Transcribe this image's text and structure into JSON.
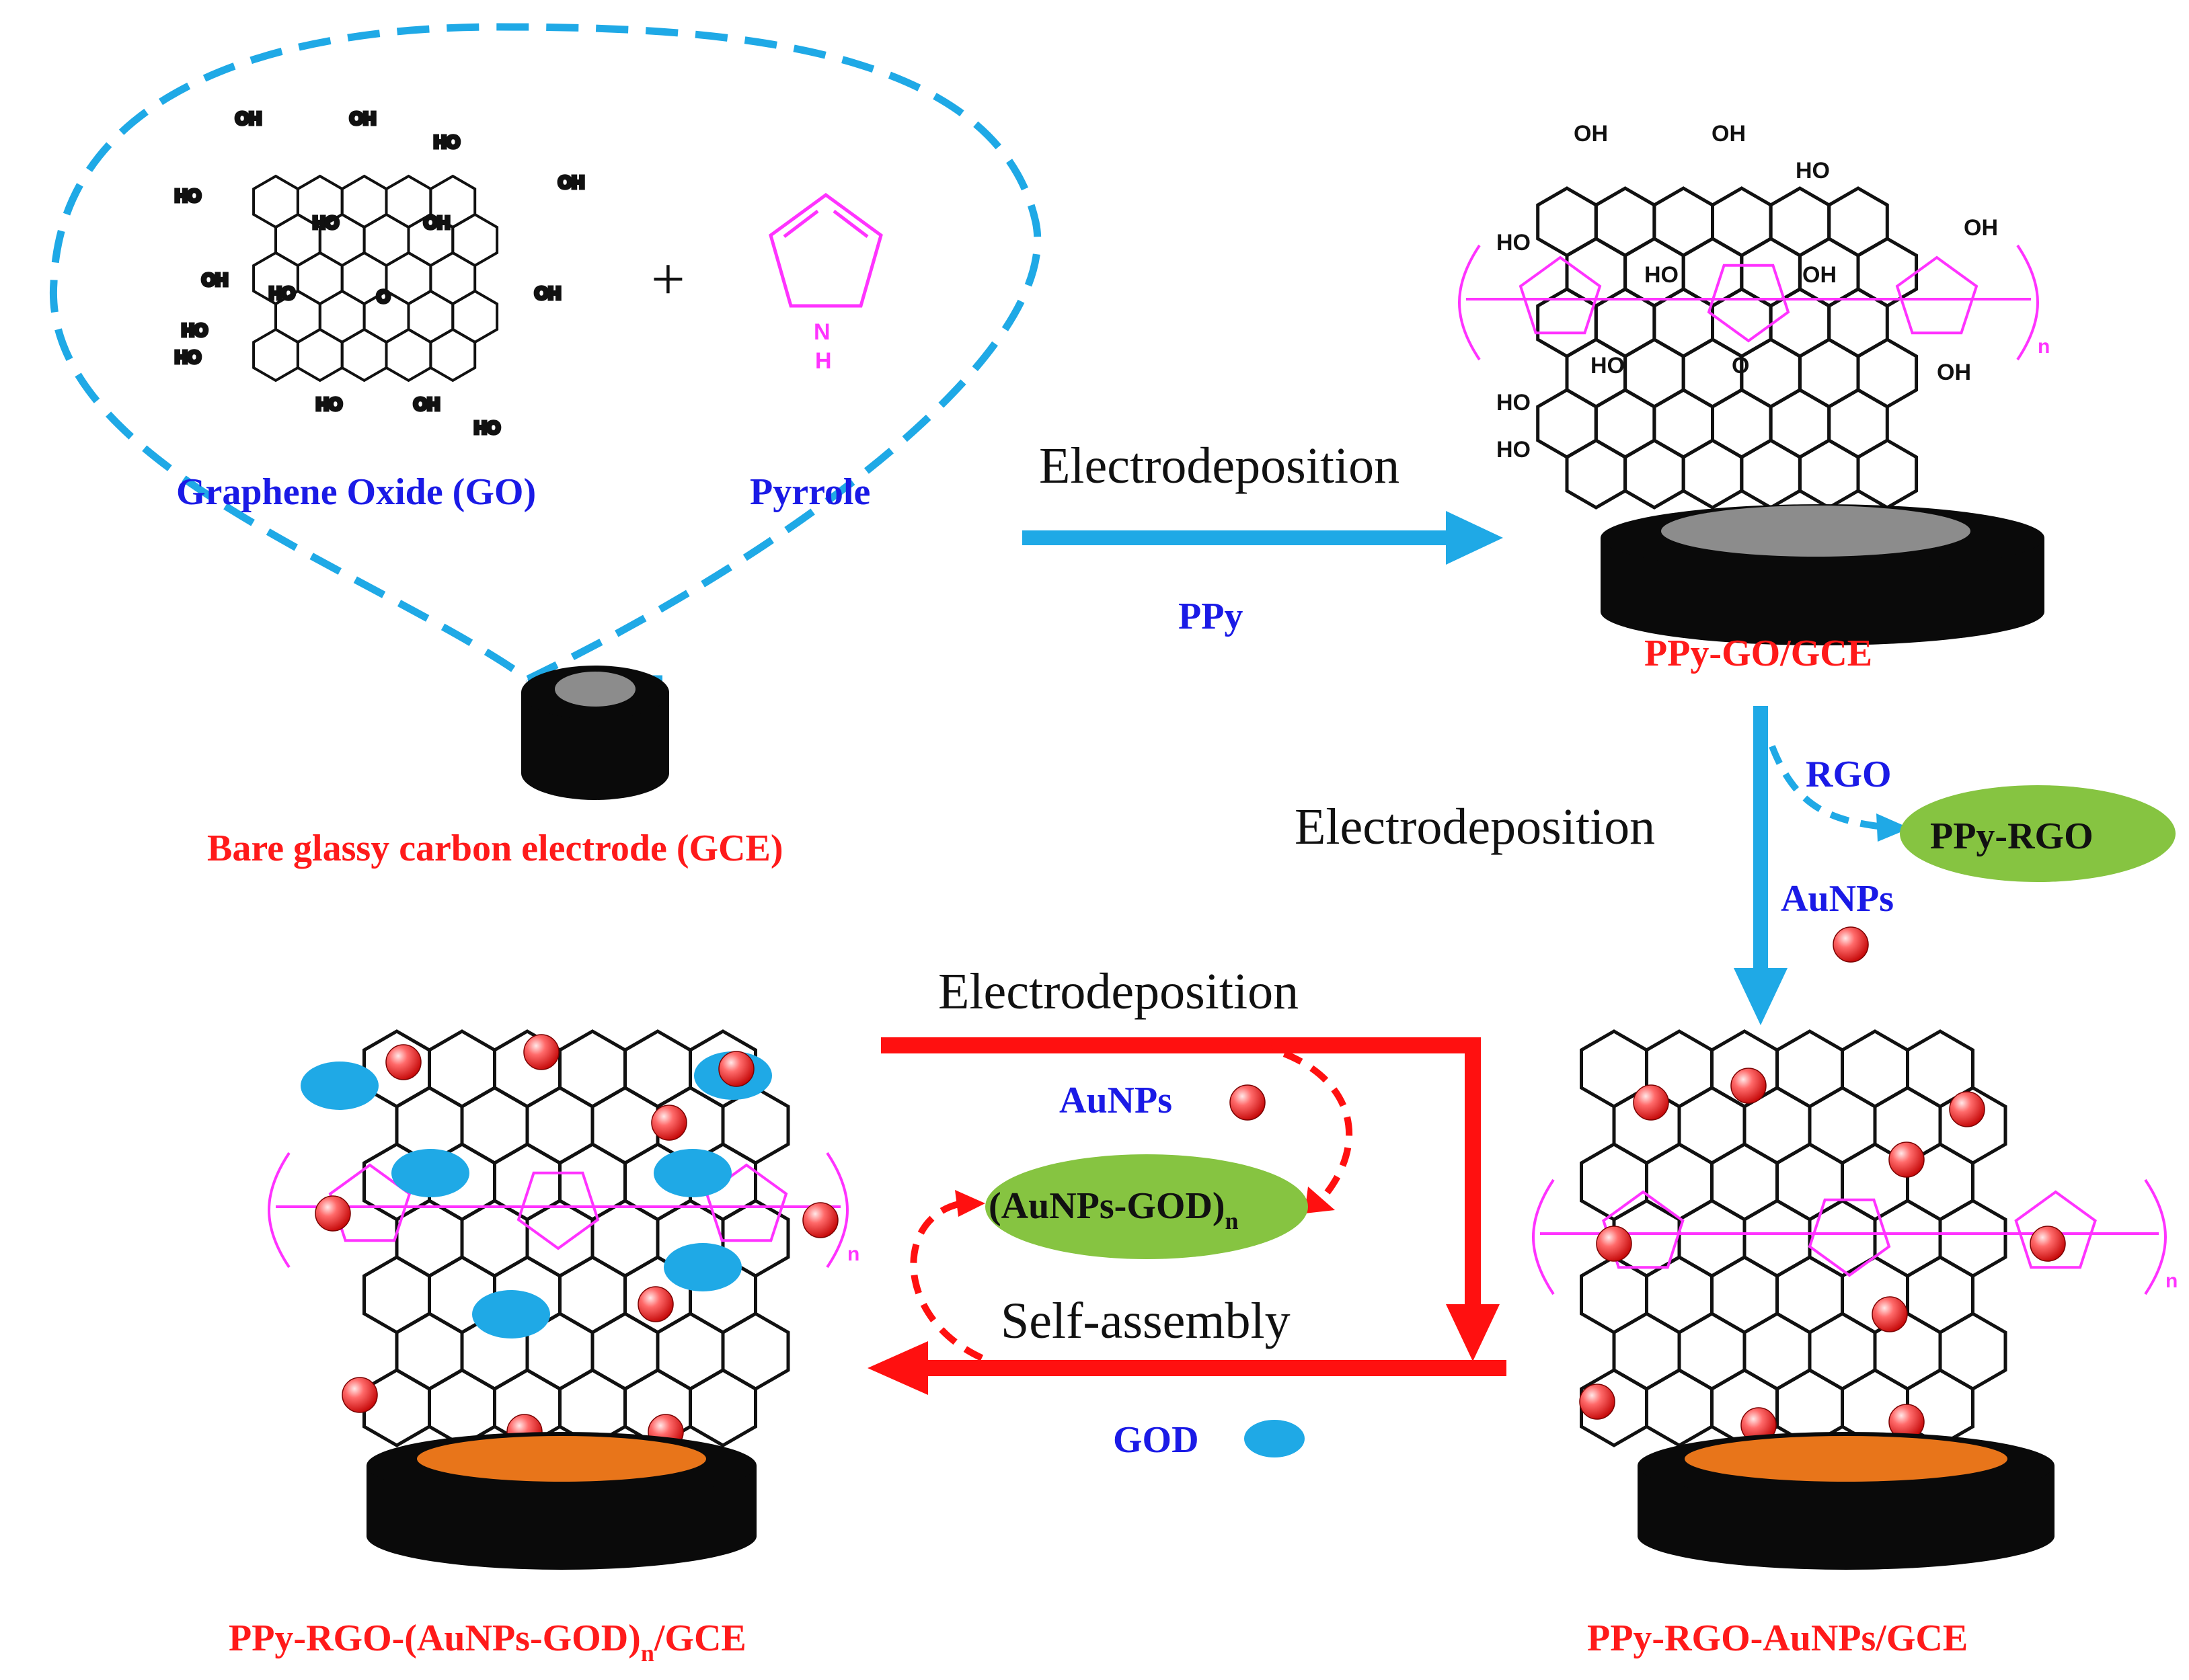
{
  "labels": {
    "go": "Graphene Oxide (GO)",
    "pyrrole": "Pyrrole",
    "plus": "+",
    "bare_gce": "Bare glassy carbon electrode (GCE)",
    "electrodeposition_1": "Electrodeposition",
    "ppy": "PPy",
    "ppy_go_gce": "PPy-GO/GCE",
    "electrodeposition_2": "Electrodeposition",
    "rgo": "RGO",
    "ppy_rgo": "PPy-RGO",
    "aunps_right": "AuNPs",
    "electrodeposition_3": "Electrodeposition",
    "aunps_center": "AuNPs",
    "aunps_god_n_main": "(AuNPs-GOD)",
    "aunps_god_n_sub": "n",
    "self_assembly": "Self-assembly",
    "god": "GOD",
    "final_main_a": "PPy-RGO-(AuNPs-GOD)",
    "final_sub": "n",
    "final_main_b": "/GCE",
    "ppy_rgo_aunps_gce": "PPy-RGO-AuNPs/GCE"
  },
  "chem_labels": {
    "oh": "OH",
    "ho": "HO",
    "o": "O",
    "n": "N",
    "h": "H",
    "poly_n": "n"
  },
  "colors": {
    "blue_text": "#1a1ae6",
    "red_text": "#ff1a1a",
    "cyan_arrow": "#1fa9e6",
    "red_arrow": "#ff1010",
    "magenta": "#ff33ff",
    "green_ellipse": "#86c441",
    "orange_disc": "#e8751a",
    "electrode_black": "#0a0a0a",
    "electrode_grey": "#8c8c8c",
    "god_blue": "#1fa9e6"
  }
}
